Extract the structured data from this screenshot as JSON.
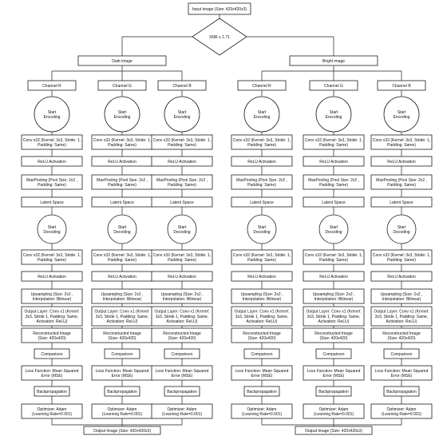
{
  "input_label": "Input Image (Size: 420x420x3)",
  "decision_label": "SNR ≤ 1.71",
  "output_label": "Output Image (Size: 420x420x3)",
  "branches": [
    {
      "label": "Dark image",
      "channels": [
        {
          "label": "Channel R",
          "steps": [
            "Start\nEncoding",
            "Conv x32 (Kernel: 3x3, Stride: 1,\nPadding: Same)",
            "ReLU Activation",
            "MaxPooling (Pool Size: 2x2 ,\nPadding: Same)",
            "Latent Space",
            "Start\nDecoding",
            "Conv x32 (Kernel: 3x3, Stride: 1,\nPadding: Same)",
            "ReLU Activation",
            "Upsampling (Size: 2x2 ,\nInterpolation: Bilinear)",
            "Output Layer: Conv x1 (Kernel:\n3x3, Stride 1, Padding: Same,\nActivation: ReLU)",
            "Reconstructed Image\n(Size: 420x420)",
            "Comparison",
            "Loss Function: Mean Squared\nError (MSE)",
            "Backpropagation",
            "Optimizer: Adam\n(Learning Rate=0.001)"
          ]
        },
        {
          "label": "Channel G",
          "steps": [
            "Start\nEncoding",
            "Conv x32 (Kernel: 3x3, Stride: 1,\nPadding: Same)",
            "ReLU Activation",
            "MaxPooling (Pool Size: 2x2 ,\nPadding: Same)",
            "Latent Space",
            "Start\nDecoding",
            "Conv x32 (Kernel: 3x3, Stride: 1,\nPadding: Same)",
            "ReLU Activation",
            "Upsampling (Size: 2x2 ,\nInterpolation: Bilinear)",
            "Output Layer: Conv x1 (Kernel:\n3x3, Stride 1, Padding: Same,\nActivation: ReLU)",
            "Reconstructed Image\n(Size: 420x420)",
            "Comparison",
            "Loss Function: Mean Squared\nError (MSE)",
            "Backpropagation",
            "Optimizer: Adam\n(Learning Rate=0.001)"
          ]
        },
        {
          "label": "Channel  B",
          "steps": [
            "Start\nEncoding",
            "Conv x32 (Kernel: 3x3, Stride: 1,\nPadding: Same)",
            "ReLU Activation",
            "MaxPooling (Pool Size: 2x2 ,\nPadding: Same)",
            "Latent Space",
            "Start\nDecoding",
            "Conv x32 (Kernel: 3x3, Stride: 1,\nPadding: Same)",
            "ReLU Activation",
            "Upsampling (Size: 2x2 ,\nInterpolation: Bilinear)",
            "Output Layer: Conv x1 (Kernel:\n3x3, Stride 1, Padding: Same,\nActivation: ReLU)",
            "Reconstructed Image\n(Size: 420x420)",
            "Comparison",
            "Loss Function: Mean Squared\nError (MSE)",
            "Backpropagation",
            "Optimizer: Adam\n(Learning Rate=0.001)"
          ]
        }
      ]
    },
    {
      "label": "Bright image",
      "channels": [
        {
          "label": "Channel R",
          "steps": [
            "Start\nEncoding",
            "Conv x32 (Kernel: 3x3, Stride: 1,\nPadding: Same)",
            "ReLU Activation",
            "MaxPooling (Pool Size: 2x2 ,\nPadding: Same)",
            "Latent Space",
            "Start\nDecoding",
            "Conv x32 (Kernel: 3x3, Stride: 1,\nPadding: Same)",
            "ReLU Activation",
            "Upsampling (Size: 2x2 ,\nInterpolation: Bilinear)",
            "Output Layer: Conv x1 (Kernel:\n3x3, Stride 1, Padding: Same,\nActivation: ReLU)",
            "Reconstructed Image\n(Size: 420x420)",
            "Comparison",
            "Loss Function: Mean Squared\nError (MSE)",
            "Backpropagation",
            "Optimizer: Adam\n(Learning Rate=0.001)"
          ]
        },
        {
          "label": "Channel G",
          "steps": [
            "Start\nEncoding",
            "Conv x32 (Kernel: 3x3, Stride: 1,\nPadding: Same)",
            "ReLU Activation",
            "MaxPooling (Pool Size: 2x2 ,\nPadding: Same)",
            "Latent Space",
            "Start\nDecoding",
            "Conv x32 (Kernel: 3x3, Stride: 1,\nPadding: Same)",
            "ReLU Activation",
            "Upsampling (Size: 2x2 ,\nInterpolation: Bilinear)",
            "Output Layer: Conv x1 (Kernel:\n3x3, Stride 1, Padding: Same,\nActivation: ReLU)",
            "Reconstructed Image\n(Size: 420x420)",
            "Comparison",
            "Loss Function: Mean Squared\nError (MSE)",
            "Backpropagation",
            "Optimizer: Adam\n(Learning Rate=0.001)"
          ]
        },
        {
          "label": "Channel  B",
          "steps": [
            "Start\nEncoding",
            "Conv x32 (Kernel: 3x3, Stride: 1,\nPadding: Same)",
            "ReLU Activation",
            "MaxPooling (Pool Size: 2x2 ,\nPadding: Same)",
            "Latent Space",
            "Start\nDecoding",
            "Conv x32 (Kernel: 3x3, Stride: 1,\nPadding: Same)",
            "ReLU Activation",
            "Upsampling (Size: 2x2 ,\nInterpolation: Bilinear)",
            "Output Layer: Conv x1 (Kernel:\n3x3, Stride 1, Padding: Same,\nActivation: ReLU)",
            "Reconstructed Image\n(Size: 420x420)",
            "Comparison",
            "Loss Function: Mean Squared\nError (MSE)",
            "Backpropagation",
            "Optimizer: Adam\n(Learning Rate=0.001)"
          ]
        }
      ]
    }
  ]
}
